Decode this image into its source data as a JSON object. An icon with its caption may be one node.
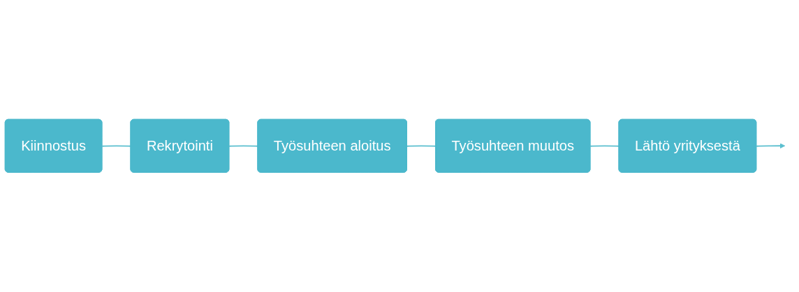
{
  "diagram": {
    "nodes": [
      {
        "text": [
          "Kiinnostus"
        ]
      },
      {
        "text": [
          "Rekrytointi"
        ]
      },
      {
        "text": [
          "Työsuhteen aloitus"
        ]
      },
      {
        "text": [
          "Työsuhteen muutos"
        ]
      },
      {
        "text": [
          "Lähtö yrityksestä"
        ]
      }
    ],
    "edges": [
      {
        "from": 0,
        "to": 1,
        "arrow": "none"
      },
      {
        "from": 1,
        "to": 2,
        "arrow": "none"
      },
      {
        "from": 2,
        "to": 3,
        "arrow": "none"
      },
      {
        "from": 3,
        "to": 4,
        "arrow": "none"
      },
      {
        "from": 4,
        "to": null,
        "arrow": "to"
      }
    ]
  }
}
